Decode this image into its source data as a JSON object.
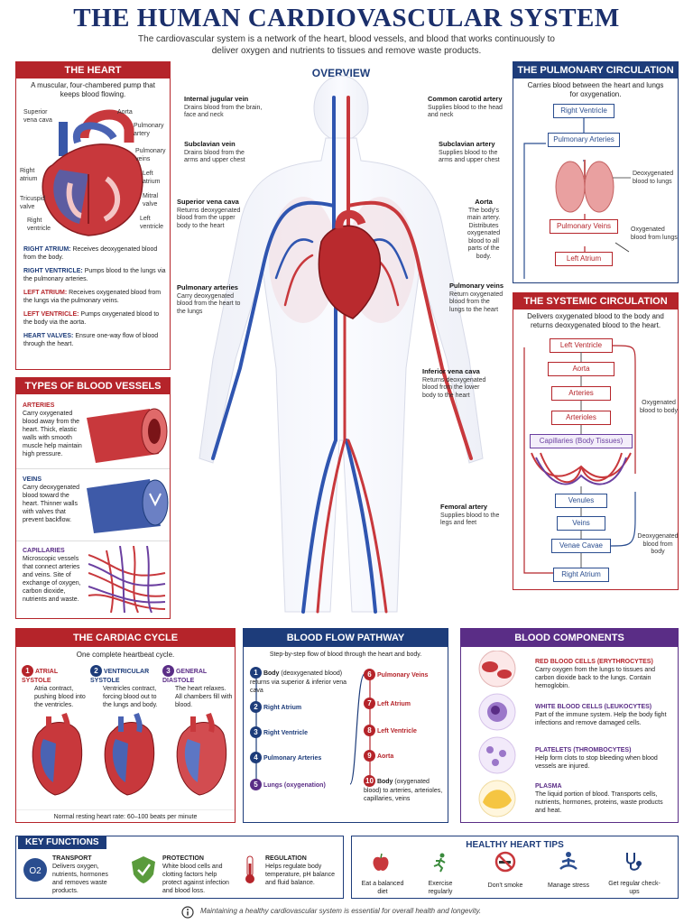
{
  "title": "THE HUMAN CARDIOVASCULAR SYSTEM",
  "subtitle": "The cardiovascular system is a network of the heart, blood vessels, and blood that works continuously to deliver oxygen and nutrients to tissues and remove waste products.",
  "heart": {
    "header": "THE HEART",
    "intro": "A muscular, four-chambered pump that keeps blood flowing.",
    "labels": [
      "Superior vena cava",
      "Aorta",
      "Pulmonary artery",
      "Pulmonary veins",
      "Right atrium",
      "Left atrium",
      "Tricuspid valve",
      "Mitral valve",
      "Right ventricle",
      "Left ventricle"
    ],
    "items": [
      {
        "term": "RIGHT ATRIUM:",
        "text": "Receives deoxygenated blood from the body."
      },
      {
        "term": "RIGHT VENTRICLE:",
        "text": "Pumps blood to the lungs via the pulmonary arteries."
      },
      {
        "term": "LEFT ATRIUM:",
        "text": "Receives oxygenated blood from the lungs via the pulmonary veins."
      },
      {
        "term": "LEFT VENTRICLE:",
        "text": "Pumps oxygenated blood to the body via the aorta."
      },
      {
        "term": "HEART VALVES:",
        "text": "Ensure one-way flow of blood through the heart."
      }
    ]
  },
  "vessels": {
    "header": "TYPES OF BLOOD VESSELS",
    "items": [
      {
        "term": "ARTERIES",
        "text": "Carry oxygenated blood away from the heart. Thick, elastic walls with smooth muscle help maintain high pressure."
      },
      {
        "term": "VEINS",
        "text": "Carry deoxygenated blood toward the heart. Thinner walls with valves that prevent backflow."
      },
      {
        "term": "CAPILLARIES",
        "text": "Microscopic vessels that connect arteries and veins. Site of exchange of oxygen, carbon dioxide, nutrients and waste."
      }
    ]
  },
  "overview": {
    "header": "OVERVIEW",
    "left": [
      {
        "t": "Internal jugular vein",
        "d": "Drains blood from the brain, face and neck"
      },
      {
        "t": "Subclavian vein",
        "d": "Drains blood from the arms and upper chest"
      },
      {
        "t": "Superior vena cava",
        "d": "Returns deoxygenated blood from the upper body to the heart"
      },
      {
        "t": "Pulmonary arteries",
        "d": "Carry deoxygenated blood from the heart to the lungs"
      }
    ],
    "right": [
      {
        "t": "Common carotid artery",
        "d": "Supplies blood to the head and neck"
      },
      {
        "t": "Subclavian artery",
        "d": "Supplies blood to the arms and upper chest"
      },
      {
        "t": "Aorta",
        "d": "The body's main artery. Distributes oxygenated blood to all parts of the body."
      },
      {
        "t": "Pulmonary veins",
        "d": "Return oxygenated blood from the lungs to the heart"
      },
      {
        "t": "Inferior vena cava",
        "d": "Returns deoxygenated blood from the lower body to the heart"
      },
      {
        "t": "Femoral artery",
        "d": "Supplies blood to the legs and feet"
      }
    ]
  },
  "pulmonary": {
    "header": "THE PULMONARY CIRCULATION",
    "intro": "Carries blood between the heart and lungs for oxygenation.",
    "boxes": [
      "Right Ventricle",
      "Pulmonary Arteries",
      "Pulmonary Veins",
      "Left Atrium"
    ],
    "note1": "Deoxygenated blood to lungs",
    "note2": "Oxygenated blood from lungs"
  },
  "systemic": {
    "header": "THE SYSTEMIC CIRCULATION",
    "intro": "Delivers oxygenated blood to the body and returns deoxygenated blood to the heart.",
    "boxes": [
      "Left Ventricle",
      "Aorta",
      "Arteries",
      "Arterioles",
      "Capillaries (Body Tissues)",
      "Venules",
      "Veins",
      "Venae Cavae",
      "Right Atrium"
    ],
    "note1": "Oxygenated blood to body",
    "note2": "Deoxygenated blood from body"
  },
  "cycle": {
    "header": "THE CARDIAC CYCLE",
    "intro": "One complete heartbeat cycle.",
    "steps": [
      {
        "n": "1",
        "t": "ATRIAL SYSTOLE",
        "d": "Atria contract, pushing blood into the ventricles."
      },
      {
        "n": "2",
        "t": "VENTRICULAR SYSTOLE",
        "d": "Ventricles contract, forcing blood out to the lungs and body."
      },
      {
        "n": "3",
        "t": "GENERAL DIASTOLE",
        "d": "The heart relaxes. All chambers fill with blood."
      }
    ],
    "footer": "Normal resting heart rate: 60–100 beats per minute"
  },
  "pathway": {
    "header": "BLOOD FLOW PATHWAY",
    "intro": "Step-by-step flow of blood through the heart and body.",
    "left": [
      {
        "n": "1",
        "t": "Body",
        "d": "(deoxygenated blood) returns via superior & inferior vena cava"
      },
      {
        "n": "2",
        "t": "Right Atrium",
        "d": ""
      },
      {
        "n": "3",
        "t": "Right Ventricle",
        "d": ""
      },
      {
        "n": "4",
        "t": "Pulmonary Arteries",
        "d": ""
      },
      {
        "n": "5",
        "t": "Lungs (oxygenation)",
        "d": ""
      }
    ],
    "right": [
      {
        "n": "6",
        "t": "Pulmonary Veins",
        "d": ""
      },
      {
        "n": "7",
        "t": "Left Atrium",
        "d": ""
      },
      {
        "n": "8",
        "t": "Left Ventricle",
        "d": ""
      },
      {
        "n": "9",
        "t": "Aorta",
        "d": ""
      },
      {
        "n": "10",
        "t": "Body",
        "d": "(oxygenated blood) to arteries, arterioles, capillaries, veins"
      }
    ]
  },
  "components": {
    "header": "BLOOD COMPONENTS",
    "items": [
      {
        "t": "RED BLOOD CELLS (ERYTHROCYTES)",
        "d": "Carry oxygen from the lungs to tissues and carbon dioxide back to the lungs. Contain hemoglobin."
      },
      {
        "t": "WHITE BLOOD CELLS (LEUKOCYTES)",
        "d": "Part of the immune system. Help the body fight infections and remove damaged cells."
      },
      {
        "t": "PLATELETS (THROMBOCYTES)",
        "d": "Help form clots to stop bleeding when blood vessels are injured."
      },
      {
        "t": "PLASMA",
        "d": "The liquid portion of blood. Transports cells, nutrients, hormones, proteins, waste products and heat."
      }
    ]
  },
  "functions": {
    "header": "KEY FUNCTIONS",
    "items": [
      {
        "t": "TRANSPORT",
        "d": "Delivers oxygen, nutrients, hormones and removes waste products."
      },
      {
        "t": "PROTECTION",
        "d": "White blood cells and clotting factors help protect against infection and blood loss."
      },
      {
        "t": "REGULATION",
        "d": "Helps regulate body temperature, pH balance and fluid balance."
      }
    ]
  },
  "tips": {
    "header": "HEALTHY HEART TIPS",
    "items": [
      "Eat a balanced diet",
      "Exercise regularly",
      "Don't smoke",
      "Manage stress",
      "Get regular check-ups"
    ]
  },
  "footer": "Maintaining a healthy cardiovascular system is essential for overall health and longevity.",
  "colors": {
    "red": "#b5242a",
    "blue": "#1d3c7a",
    "purple": "#5a2d86"
  }
}
